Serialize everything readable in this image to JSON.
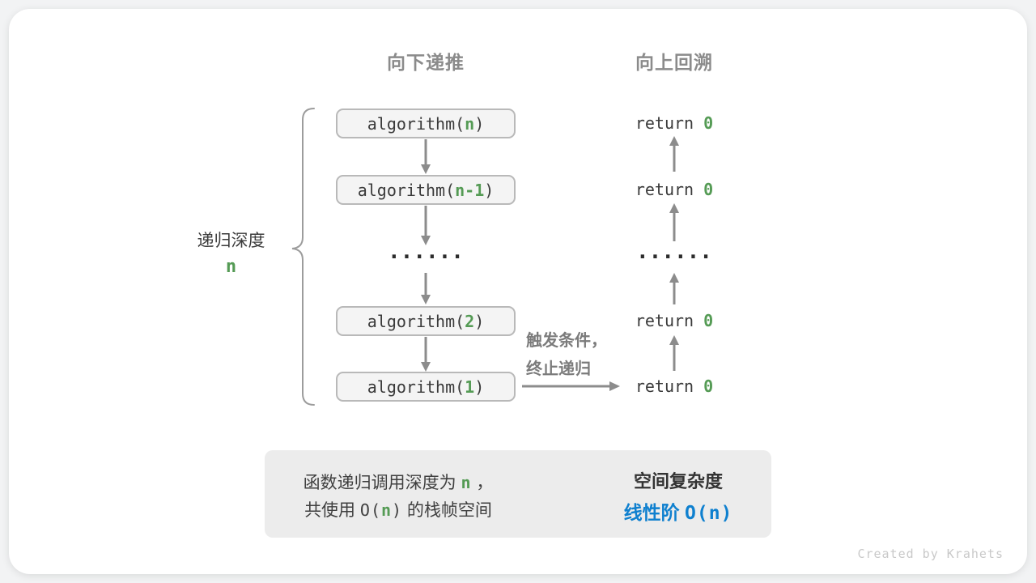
{
  "colors": {
    "accent_green": "#559B55",
    "accent_blue": "#0F80CF",
    "arrow_gray": "#8C8C8C",
    "box_bg": "#F4F4F4",
    "box_border": "#B9B9B9",
    "panel_bg": "#ECECEC",
    "header_gray": "#8B8B8B"
  },
  "headers": {
    "down": "向下递推",
    "up": "向上回溯"
  },
  "depth_brace": {
    "label": "递归深度",
    "value": "n"
  },
  "call_stack": {
    "calls": [
      {
        "prefix": "algorithm(",
        "arg": "n",
        "suffix": ")"
      },
      {
        "prefix": "algorithm(",
        "arg": "n-1",
        "suffix": ")"
      },
      {
        "prefix": "algorithm(",
        "arg": "2",
        "suffix": ")"
      },
      {
        "prefix": "algorithm(",
        "arg": "1",
        "suffix": ")"
      }
    ],
    "ellipsis": "......"
  },
  "returns": {
    "items": [
      {
        "prefix": "return ",
        "value": "0"
      },
      {
        "prefix": "return ",
        "value": "0"
      },
      {
        "prefix": "return ",
        "value": "0"
      },
      {
        "prefix": "return ",
        "value": "0"
      }
    ],
    "ellipsis": "......"
  },
  "base_case_label": {
    "line1": "触发条件，",
    "line2": "终止递归"
  },
  "summary": {
    "line1": {
      "a": "函数递归调用深度为 ",
      "n": "n",
      "b": " ，"
    },
    "line2": {
      "a": "共使用 ",
      "o": "O(",
      "n": "n",
      "c": ")",
      "b": " 的栈帧空间"
    },
    "title": "空间复杂度",
    "result": {
      "zh": "线性阶 ",
      "o": "O(",
      "n": "n",
      "c": ")"
    }
  },
  "watermark": "Created by Krahets"
}
